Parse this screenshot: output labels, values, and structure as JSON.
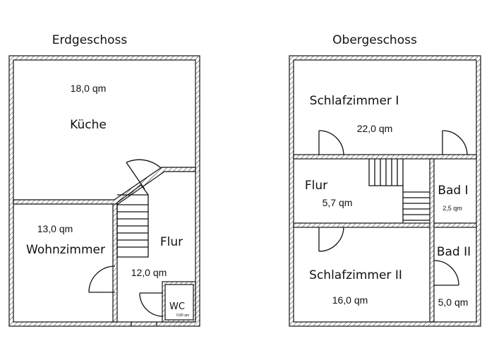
{
  "floors": [
    {
      "title": "Erdgeschoss",
      "rooms": [
        {
          "name": "Küche",
          "area": "18,0 qm"
        },
        {
          "name": "Wohnzimmer",
          "area": "13,0 qm"
        },
        {
          "name": "Flur",
          "area": "12,0 qm"
        },
        {
          "name": "WC",
          "area": "0,80 qm"
        }
      ]
    },
    {
      "title": "Obergeschoss",
      "rooms": [
        {
          "name": "Schlafzimmer I",
          "area": "22,0 qm"
        },
        {
          "name": "Flur",
          "area": "5,7 qm"
        },
        {
          "name": "Bad I",
          "area": "2,5 qm"
        },
        {
          "name": "Schlafzimmer II",
          "area": "16,0 qm"
        },
        {
          "name": "Bad II",
          "area": "5,0 qm"
        }
      ]
    }
  ]
}
